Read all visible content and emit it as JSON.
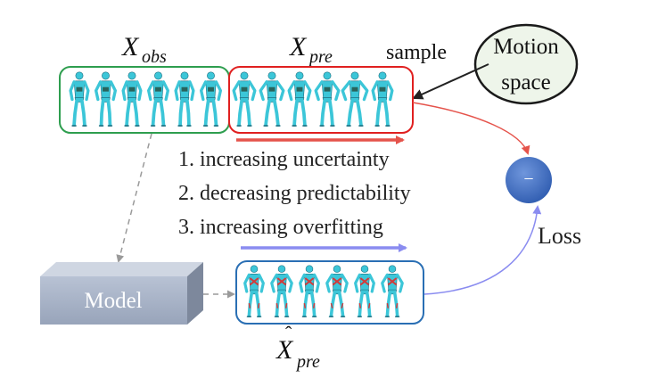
{
  "labels": {
    "x_obs_main": "X",
    "x_obs_sub": "obs",
    "x_pre_main": "X",
    "x_pre_sub": "pre",
    "x_hat_main": "X",
    "x_hat_accent": "ˆ",
    "x_hat_sub": "pre",
    "sample": "sample",
    "motion_line1": "Motion",
    "motion_line2": "space",
    "minus": "−",
    "loss": "Loss",
    "model": "Model"
  },
  "trends": [
    "1. increasing uncertainty",
    "2. decreasing predictability",
    "3. increasing overfitting"
  ],
  "colors": {
    "obs_box": "#2e9e4f",
    "pre_box": "#e02020",
    "hat_box": "#2a6fb4",
    "red_arrow": "#e5534b",
    "blue_arrow": "#8a8cf0",
    "gray_dash": "#9a9a9a",
    "minus_fill": "#3b6cc2",
    "model_fill": "#aab5c8",
    "figure_cyan": "#3cc6d8",
    "figure_red_belt": "#d23a3a"
  },
  "figure_counts": {
    "obs": 6,
    "pre": 6,
    "hat": 6
  },
  "icons": {
    "figure": "humanoid-figure-icon",
    "minus": "minus-icon"
  }
}
